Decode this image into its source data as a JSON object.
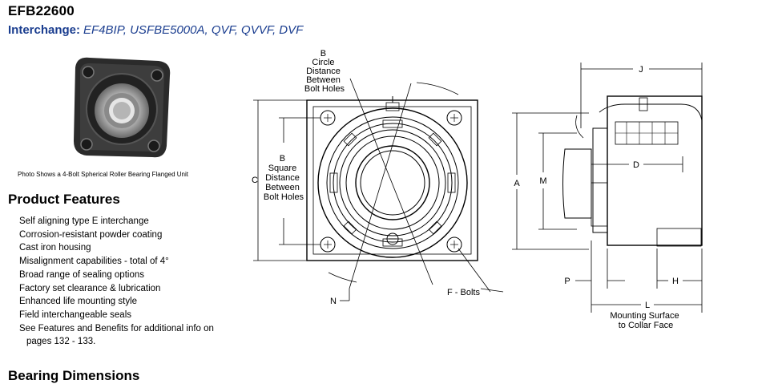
{
  "title": "EFB22600",
  "interchange": {
    "label": "Interchange:",
    "values": "EF4BIP, USFBE5000A, QVF, QVVF, DVF"
  },
  "photo": {
    "caption": "Photo Shows a 4-Bolt Spherical Roller Bearing Flanged Unit"
  },
  "product_features": {
    "heading": "Product Features",
    "items": [
      "Self aligning type E interchange",
      "Corrosion-resistant powder coating",
      "Cast iron housing",
      "Misalignment capabilities - total of 4°",
      "Broad range of sealing options",
      "Factory set clearance & lubrication",
      "Enhanced life mounting style",
      "Field interchangeable seals"
    ],
    "more_line1": "See Features and Benefits for additional info on",
    "more_line2": "pages 132 - 133."
  },
  "bearing_dimensions": {
    "heading": "Bearing Dimensions"
  },
  "diagram": {
    "b_circle": [
      "B",
      "Circle",
      "Distance",
      "Between",
      "Bolt Holes"
    ],
    "b_square": [
      "B",
      "Square",
      "Distance",
      "Between",
      "Bolt Holes"
    ],
    "c": "C",
    "n": "N",
    "f_bolts": "F - Bolts",
    "j": "J",
    "a": "A",
    "m": "M",
    "d": "D",
    "p": "P",
    "h": "H",
    "l": "L",
    "mounting": [
      "Mounting Surface",
      "to Collar Face"
    ]
  }
}
